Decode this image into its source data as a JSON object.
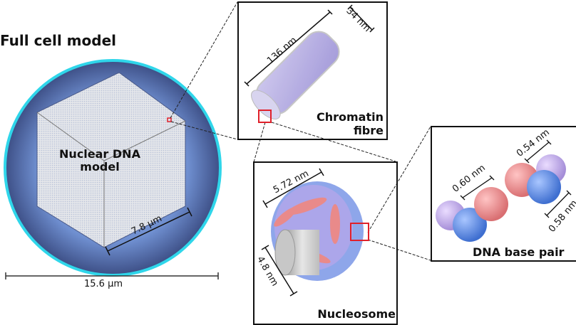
{
  "full_cell": {
    "title": "Full cell model",
    "nucleus_label_line1": "Nuclear DNA",
    "nucleus_label_line2": "model",
    "cube_edge": "7.8 µm",
    "cell_diameter": "15.6 µm",
    "colors": {
      "cell_fill": "#6f8fc9",
      "cell_rim": "#27d3e8",
      "cube_fill": "#dcdfe6",
      "selection": "#e0202a"
    }
  },
  "chromatin": {
    "title_line1": "Chromatin",
    "title_line2": "fibre",
    "length": "136 nm",
    "diameter": "34 nm"
  },
  "nucleosome": {
    "title": "Nucleosome",
    "width": "5.72 nm",
    "height": "4.8 nm",
    "colors": {
      "backbone_blue": "#6e8ee6",
      "backbone_violet": "#b79ce8",
      "base_pink": "#e98a8a",
      "histone": "#cfcfcf"
    }
  },
  "base_pair": {
    "title": "DNA base pair",
    "dist_1": "0.60 nm",
    "dist_2": "0.54 nm",
    "dist_3": "0.58 nm"
  }
}
